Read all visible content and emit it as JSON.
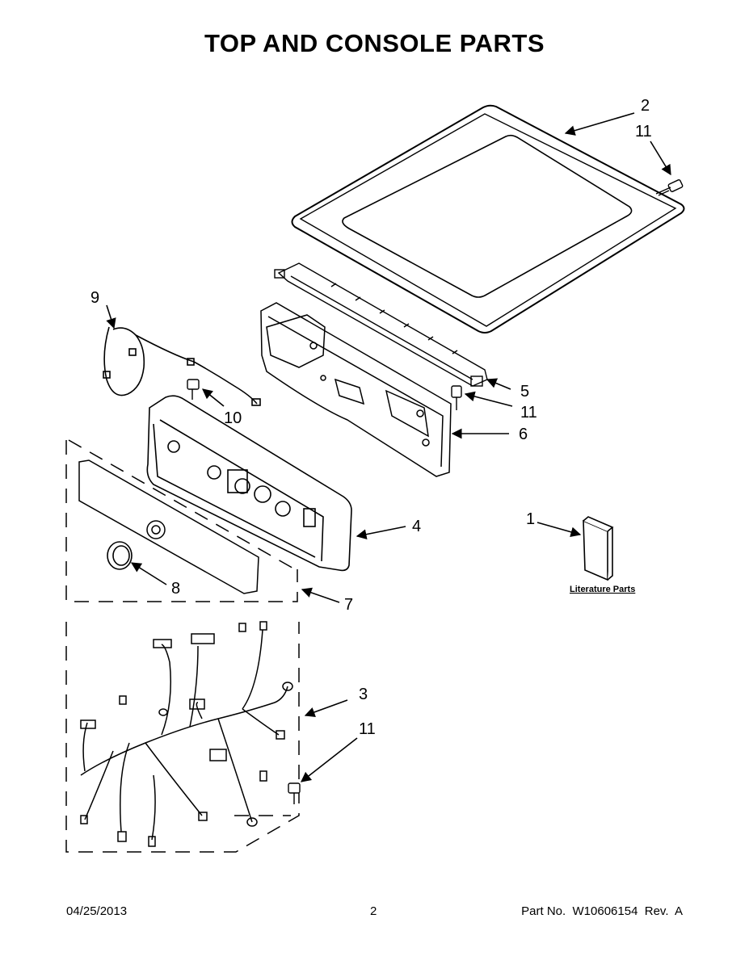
{
  "title": "TOP AND CONSOLE PARTS",
  "callouts": {
    "c1": "1",
    "c2": "2",
    "c3": "3",
    "c4": "4",
    "c5": "5",
    "c6": "6",
    "c7": "7",
    "c8": "8",
    "c9": "9",
    "c10": "10",
    "c11a": "11",
    "c11b": "11",
    "c11c": "11"
  },
  "literature_label": "Literature Parts",
  "footer": {
    "date": "04/25/2013",
    "page": "2",
    "part": "Part No.  W10606154  Rev.  A"
  }
}
